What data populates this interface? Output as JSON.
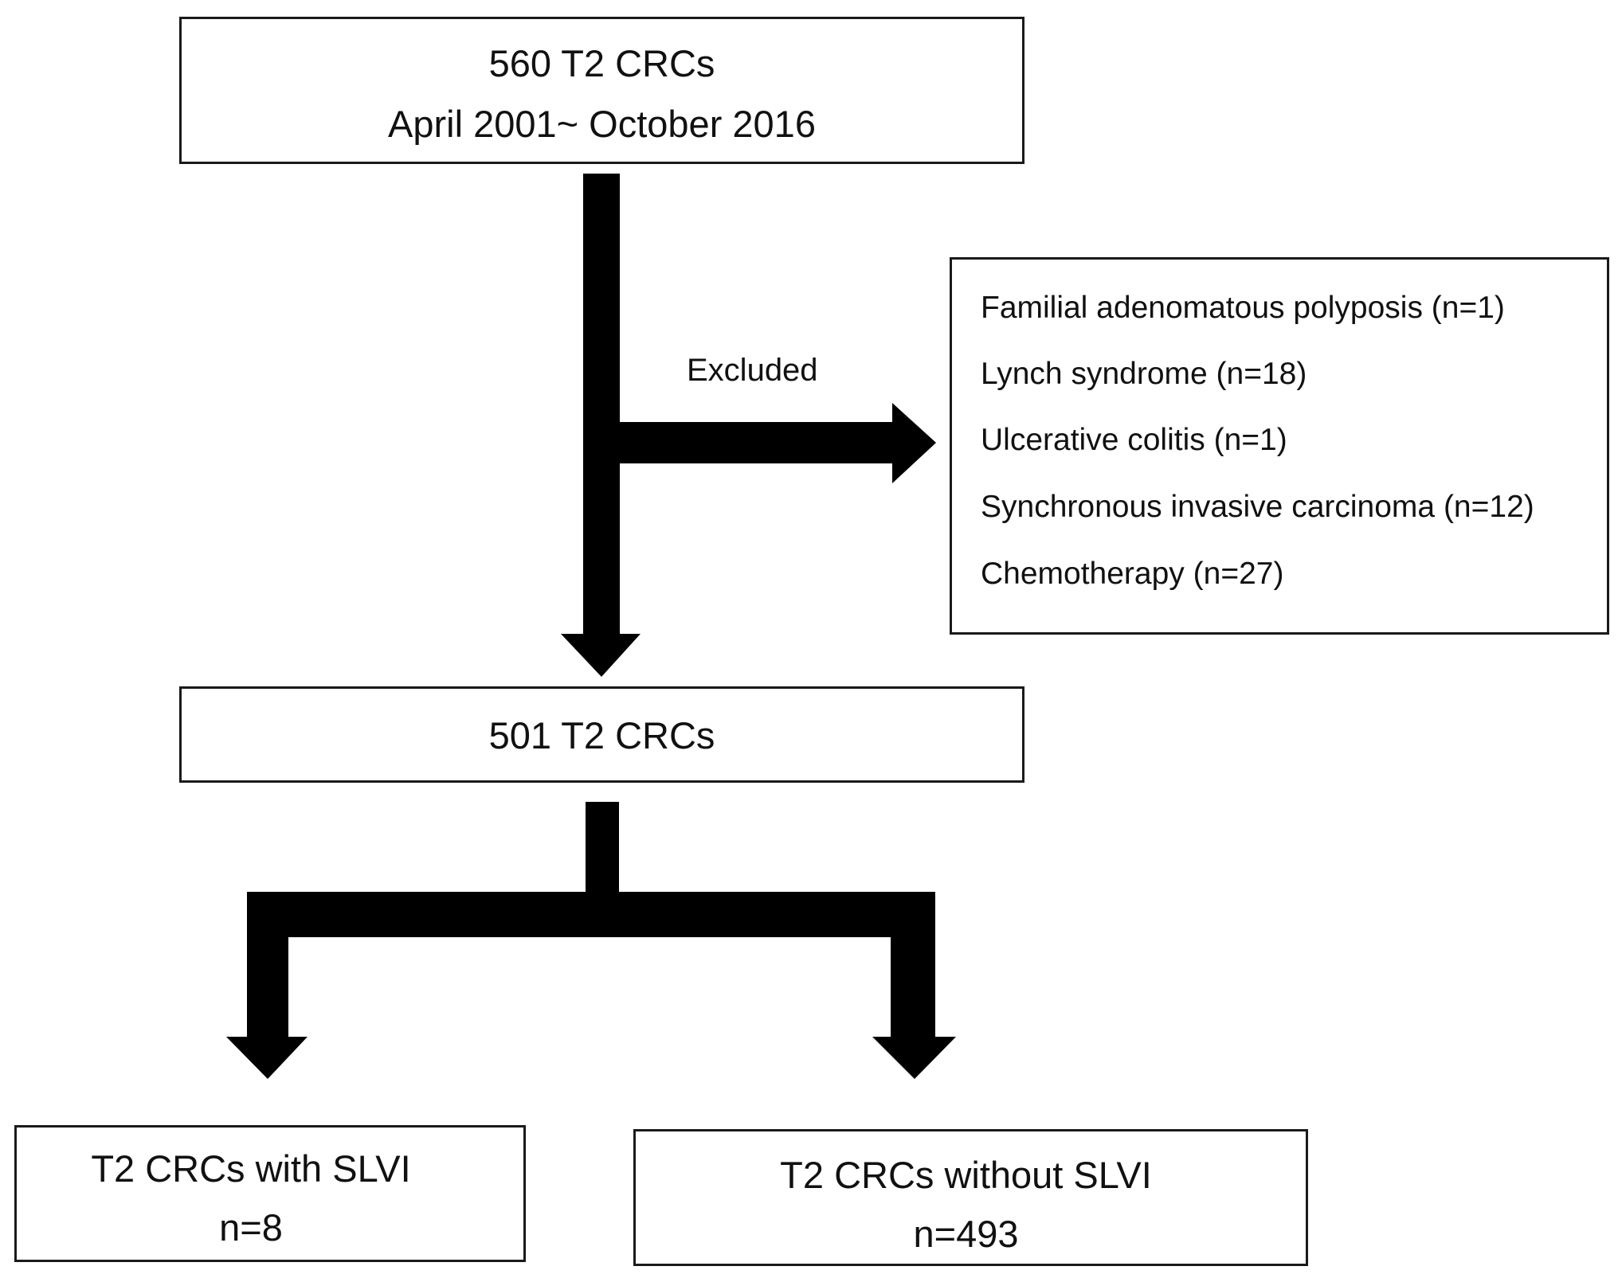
{
  "boxes": {
    "start": {
      "line1": "560 T2 CRCs",
      "line2": "April 2001~ October 2016"
    },
    "excluded": {
      "items": [
        "Familial adenomatous polyposis (n=1)",
        "Lynch syndrome (n=18)",
        "Ulcerative colitis (n=1)",
        "Synchronous invasive carcinoma (n=12)",
        "Chemotherapy (n=27)"
      ]
    },
    "remaining": {
      "line1": "501 T2 CRCs"
    },
    "with_slvi": {
      "line1": "T2 CRCs with SLVI",
      "line2": "n=8"
    },
    "without_slvi": {
      "line1": "T2 CRCs without SLVI",
      "line2": "n=493"
    }
  },
  "labels": {
    "excluded": "Excluded"
  },
  "colors": {
    "arrow": "#000000",
    "border": "#1a1a1a",
    "text": "#111111",
    "background": "#ffffff"
  }
}
